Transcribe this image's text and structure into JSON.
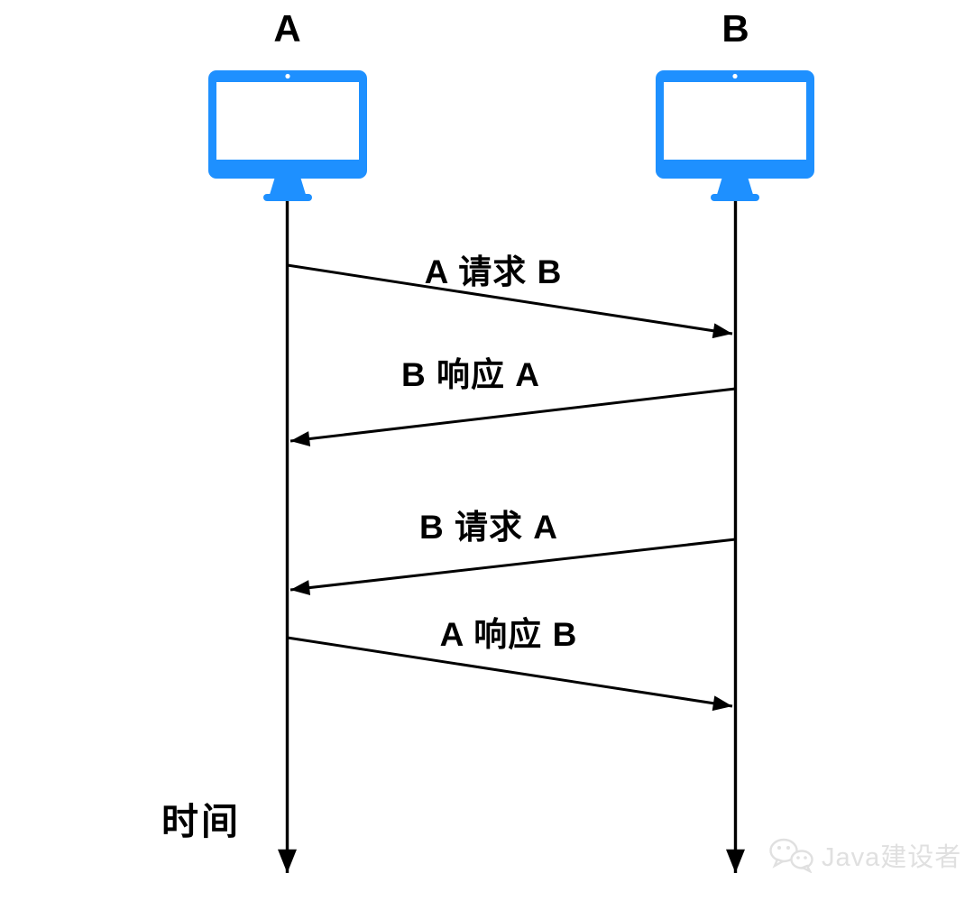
{
  "diagram": {
    "actors": [
      {
        "label": "A"
      },
      {
        "label": "B"
      }
    ],
    "messages": [
      {
        "label": "A 请求 B",
        "from": "A",
        "to": "B",
        "direction": "right"
      },
      {
        "label": "B 响应 A",
        "from": "B",
        "to": "A",
        "direction": "left"
      },
      {
        "label": "B 请求 A",
        "from": "B",
        "to": "A",
        "direction": "left"
      },
      {
        "label": "A 响应 B",
        "from": "A",
        "to": "B",
        "direction": "right"
      }
    ],
    "time_label": "时间"
  },
  "watermark": {
    "icon": "wechat-icon",
    "text": "Java建设者"
  },
  "colors": {
    "monitor_blue": "#1E90FF",
    "line_black": "#000000",
    "label_black": "#000000",
    "watermark_gray": "#E0E0E0"
  }
}
